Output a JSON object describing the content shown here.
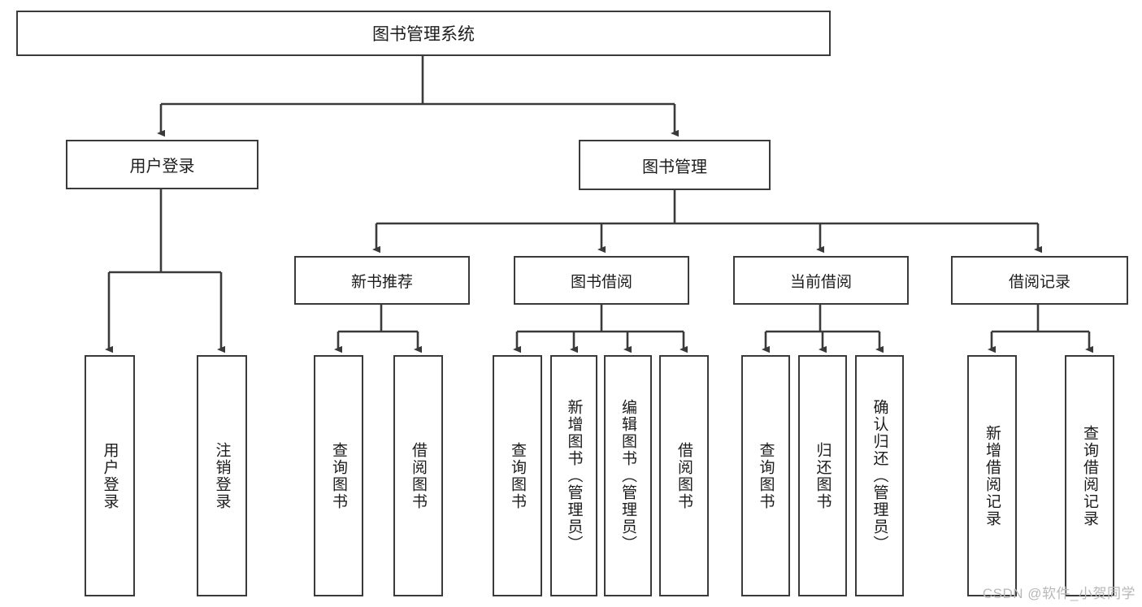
{
  "diagram": {
    "title": "图书管理系统",
    "type": "tree-hierarchy",
    "watermark": "CSDN @软件_小贺同学",
    "colors": {
      "border": "#3a3a3a",
      "fill": "#ffffff",
      "text": "#1c1c1c",
      "edge": "#3a3a3a",
      "watermark": "#b8b8b8"
    },
    "root": {
      "label": "图书管理系统"
    },
    "level1": [
      {
        "id": "user-login",
        "label": "用户登录"
      },
      {
        "id": "book-manage",
        "label": "图书管理"
      }
    ],
    "level2": [
      {
        "id": "new-book-recommend",
        "label": "新书推荐"
      },
      {
        "id": "book-borrow",
        "label": "图书借阅"
      },
      {
        "id": "current-borrow",
        "label": "当前借阅"
      },
      {
        "id": "borrow-record",
        "label": "借阅记录"
      }
    ],
    "leaves": {
      "user_login": [
        {
          "id": "leaf-user-login",
          "label": "用户登录"
        },
        {
          "id": "leaf-logout-login",
          "label": "注销登录"
        }
      ],
      "new_book_recommend": [
        {
          "id": "leaf-query-book-1",
          "label": "查询图书"
        },
        {
          "id": "leaf-borrow-book-1",
          "label": "借阅图书"
        }
      ],
      "book_borrow": [
        {
          "id": "leaf-query-book-2",
          "label": "查询图书"
        },
        {
          "id": "leaf-add-book",
          "label": "新增图书（管理员）"
        },
        {
          "id": "leaf-edit-book",
          "label": "编辑图书（管理员）"
        },
        {
          "id": "leaf-borrow-book-2",
          "label": "借阅图书"
        }
      ],
      "current_borrow": [
        {
          "id": "leaf-query-book-3",
          "label": "查询图书"
        },
        {
          "id": "leaf-return-book",
          "label": "归还图书"
        },
        {
          "id": "leaf-confirm-return",
          "label": "确认归还（管理员）"
        }
      ],
      "borrow_record": [
        {
          "id": "leaf-add-record",
          "label": "新增借阅记录"
        },
        {
          "id": "leaf-query-record",
          "label": "查询借阅记录"
        }
      ]
    }
  }
}
